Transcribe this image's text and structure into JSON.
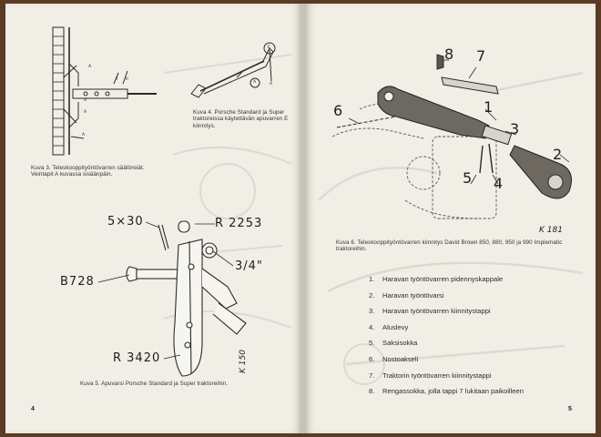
{
  "left_page": {
    "page_number": "4",
    "fig3": {
      "caption": "Kuva 3. Teleskooppityöntövarren säätöreiät. Veintapit A kuvassa sisäänpäin.",
      "labels": [
        "A",
        "A",
        "A",
        "A",
        "I",
        "II"
      ]
    },
    "fig4": {
      "caption": "Kuva 4. Porsche Standard ja Super traktoreissa käytettävän apuvarren E kiinnitys.",
      "labels": [
        "E",
        "A",
        "A"
      ]
    },
    "fig5": {
      "caption": "Kuva 5. Apuvarsi Porsche Standard ja Super traktoreihin.",
      "labels": {
        "pin": "5×30",
        "washer": "R 2253",
        "thread": "3/4\"",
        "bolt": "B728",
        "arm": "R 3420",
        "code": "K 150"
      }
    }
  },
  "right_page": {
    "page_number": "5",
    "fig6": {
      "caption": "Kuva 6. Teleskooppityöntövarren kiinnitys David Brown 850, 880, 950 ja 990 Implematic traktoreihin.",
      "code": "K 181",
      "callouts": [
        "1",
        "2",
        "3",
        "4",
        "5",
        "6",
        "7",
        "8"
      ]
    },
    "parts": [
      {
        "num": "1.",
        "text": "Haravan työntövarren pidennyskappale"
      },
      {
        "num": "2.",
        "text": "Haravan työntövarsi"
      },
      {
        "num": "3.",
        "text": "Haravan työntövarren kiinnitystappi"
      },
      {
        "num": "4.",
        "text": "Aluslevy"
      },
      {
        "num": "5.",
        "text": "Saksisokka"
      },
      {
        "num": "6.",
        "text": "Nostoakseli"
      },
      {
        "num": "7.",
        "text": "Traktorin työntövarren kiinnitystappi"
      },
      {
        "num": "8.",
        "text": "Rengassokka, jolla tappi 7 lukitaan paikoilleen"
      }
    ]
  },
  "colors": {
    "paper": "#f1eee5",
    "ink": "#2a2622",
    "background": "#5b3a26"
  }
}
